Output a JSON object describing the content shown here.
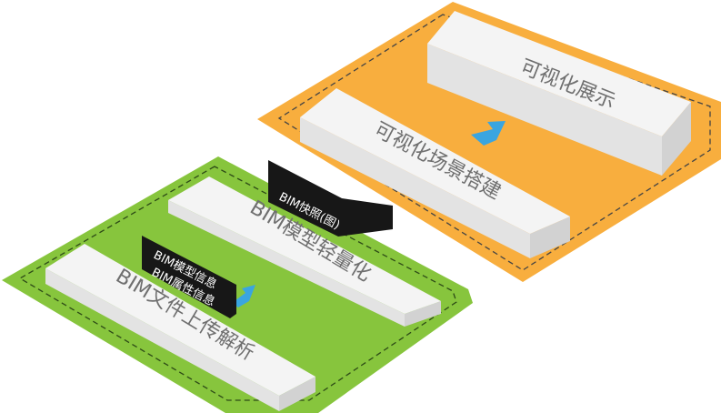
{
  "layers": {
    "visualization": {
      "bar_display": "可视化展示",
      "bar_scene": "可视化场景搭建"
    },
    "bim": {
      "bar_lightweight": "BIM模型轻量化",
      "bar_parse": "BIM文件上传解析"
    }
  },
  "tags": {
    "snapshot": "BIM快照(图)",
    "model_info": "BIM模型信息",
    "attr_info": "BIM属性信息"
  },
  "colors": {
    "orange_platform": "#F8AE3E",
    "green_platform": "#87C53D",
    "bar_top": "#F4F4F4",
    "bar_side": "#D2D2D2",
    "arrow": "#3AA5E0",
    "tag": "#171717"
  }
}
